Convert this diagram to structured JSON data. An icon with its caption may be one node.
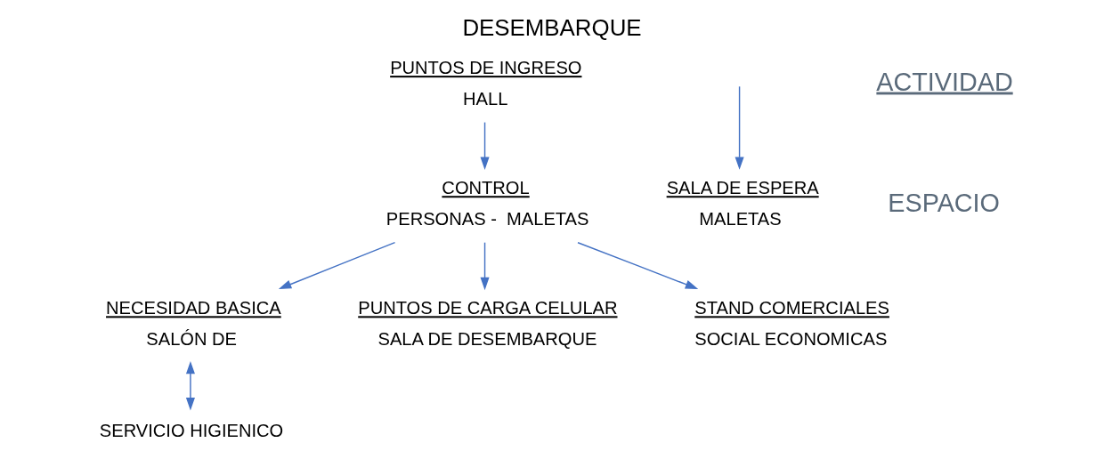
{
  "diagram": {
    "title": "DESEMBARQUE",
    "nodes": [
      {
        "text": [
          "PUNTOS DE INGRESO",
          "HALL"
        ]
      },
      {
        "text": [
          "CONTROL",
          "PERSONAS -  MALETAS"
        ]
      },
      {
        "text": [
          "NECESIDAD BASICA",
          "SALÓN DE"
        ]
      },
      {
        "text": [
          "SERVICIO HIGIENICO"
        ]
      },
      {
        "text": [
          "PUNTOS DE CARGA CELULAR",
          "SALA DE DESEMBARQUE"
        ]
      },
      {
        "text": [
          "SALA DE ESPERA",
          "MALETAS"
        ]
      },
      {
        "text": [
          "STAND COMERCIALES",
          "SOCIAL ECONOMICAS"
        ]
      }
    ],
    "edges": [
      {
        "from": 0,
        "to": 1,
        "arrow": "to"
      },
      {
        "from": 1,
        "to": 2,
        "arrow": "to"
      },
      {
        "from": 1,
        "to": 4,
        "arrow": "to"
      },
      {
        "from": null,
        "to": 5,
        "arrow": "to"
      },
      {
        "from": 1,
        "to": 6,
        "arrow": "to"
      },
      {
        "from": 2,
        "to": 3,
        "arrow": "both"
      }
    ],
    "labels": [
      "ACTIVIDAD",
      "ESPACIO"
    ]
  }
}
